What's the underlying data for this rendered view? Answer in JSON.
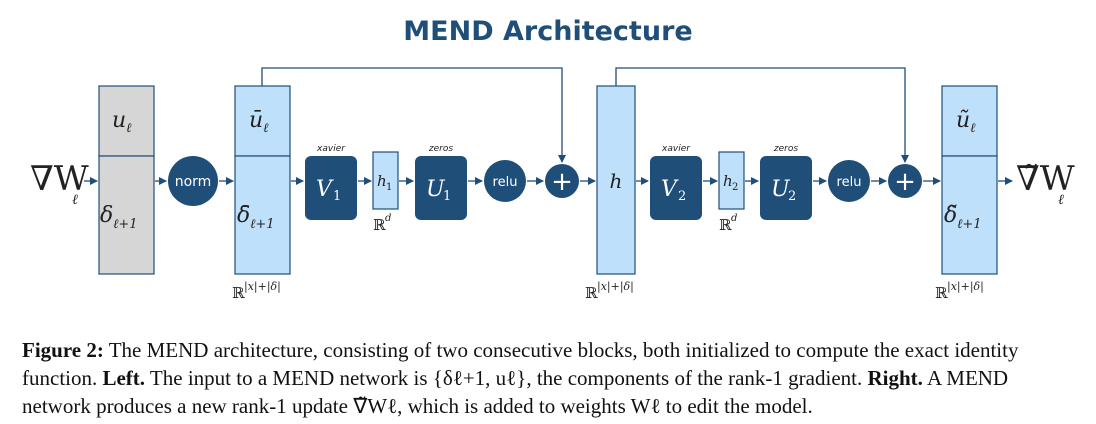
{
  "title": "MEND Architecture",
  "colors": {
    "dark_blue": "#1f4e79",
    "light_blue": "#bfe0fb",
    "gray": "#d6d6d6",
    "line": "#1f4e79"
  },
  "input": {
    "grad_label": "∇W",
    "grad_sub": "ℓ",
    "top": "u",
    "top_sub": "ℓ",
    "bottom": "δ",
    "bottom_sub": "ℓ+1"
  },
  "norm_label": "norm",
  "block1": {
    "stack_top": "ū",
    "stack_top_sub": "ℓ",
    "stack_bottom": "δ̄",
    "stack_bottom_sub": "ℓ+1",
    "stack_dim": "ℝ",
    "stack_dim_sup": "|x|+|δ|",
    "v_label": "V",
    "v_sub": "1",
    "v_init": "xavier",
    "h_label": "h",
    "h_sub": "1",
    "h_dim": "ℝ",
    "h_dim_sup": "d",
    "u_label": "U",
    "u_sub": "1",
    "u_init": "zeros",
    "relu": "relu",
    "plus": "+"
  },
  "middle": {
    "h_label": "h",
    "dim": "ℝ",
    "dim_sup": "|x|+|δ|"
  },
  "block2": {
    "v_label": "V",
    "v_sub": "2",
    "v_init": "xavier",
    "h_label": "h",
    "h_sub": "2",
    "h_dim": "ℝ",
    "h_dim_sup": "d",
    "u_label": "U",
    "u_sub": "2",
    "u_init": "zeros",
    "relu": "relu",
    "plus": "+"
  },
  "output": {
    "stack_top": "ũ",
    "stack_top_sub": "ℓ",
    "stack_bottom": "δ̃",
    "stack_bottom_sub": "ℓ+1",
    "stack_dim": "ℝ",
    "stack_dim_sup": "|x|+|δ|",
    "grad_label": "∇̃W",
    "grad_sub": "ℓ"
  },
  "caption": {
    "fig_label": "Figure 2:",
    "line1": " The MEND architecture, consisting of two consecutive blocks, both initialized to compute the exact identity function. ",
    "left_label": "Left.",
    "line2": " The input to a MEND network is {δℓ+1, uℓ}, the components of the rank-1 gradient.",
    "right_label": "Right.",
    "line3": " A MEND network produces a new rank-1 update ∇̃Wℓ, which is added to weights Wℓ to edit the model."
  }
}
